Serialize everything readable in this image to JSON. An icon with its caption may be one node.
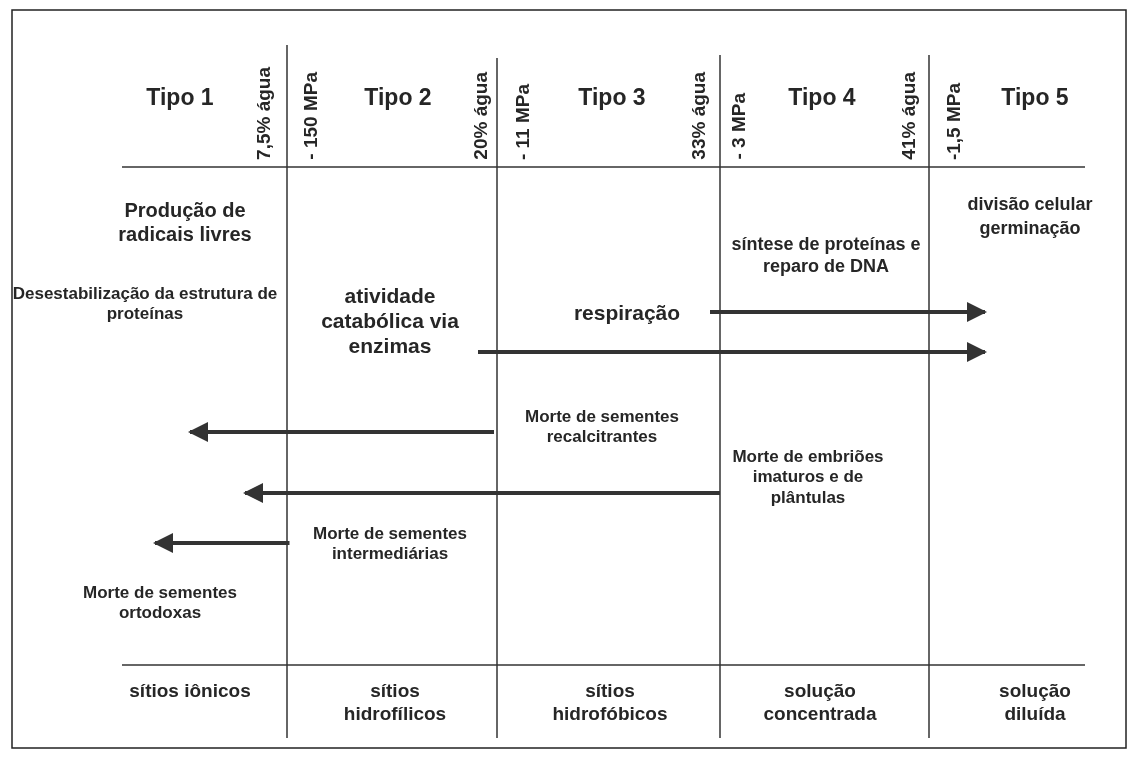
{
  "diagram": {
    "nodes": [
      {
        "text": [
          "atividade catabólica via enzimas"
        ]
      },
      {
        "text": [
          "respiração"
        ]
      },
      {
        "text": [
          "Morte de sementes recalcitrantes"
        ]
      },
      {
        "text": [
          "Morte de embriões imaturos e de plântulas"
        ]
      },
      {
        "text": [
          "Morte de sementes intermediárias"
        ]
      }
    ],
    "edges": [
      {
        "from": 0,
        "to": null,
        "arrow": "to"
      },
      {
        "from": 1,
        "to": null,
        "arrow": "to"
      },
      {
        "from": 2,
        "to": null,
        "arrow": "to"
      },
      {
        "from": 3,
        "to": null,
        "arrow": "to"
      },
      {
        "from": 4,
        "to": null,
        "arrow": "to"
      }
    ],
    "labels": [
      "Tipo 1",
      "7,5% água",
      "- 150 MPa",
      "Tipo 2",
      "20% água",
      "- 11 MPa",
      "Tipo 3",
      "33% água",
      "- 3 MPa",
      "Tipo 4",
      "41% água",
      "-1,5 MPa",
      "Tipo 5",
      "Produção de radicais livres",
      "divisão celular",
      "germinação",
      "síntese de proteínas e reparo de DNA",
      "Desestabilização da estrutura de proteínas",
      "Morte de sementes ortodoxas",
      "sítios iônicos",
      "sítios hidrofílicos",
      "sítios hidrofóbicos",
      "solução concentrada",
      "solução diluída"
    ]
  }
}
